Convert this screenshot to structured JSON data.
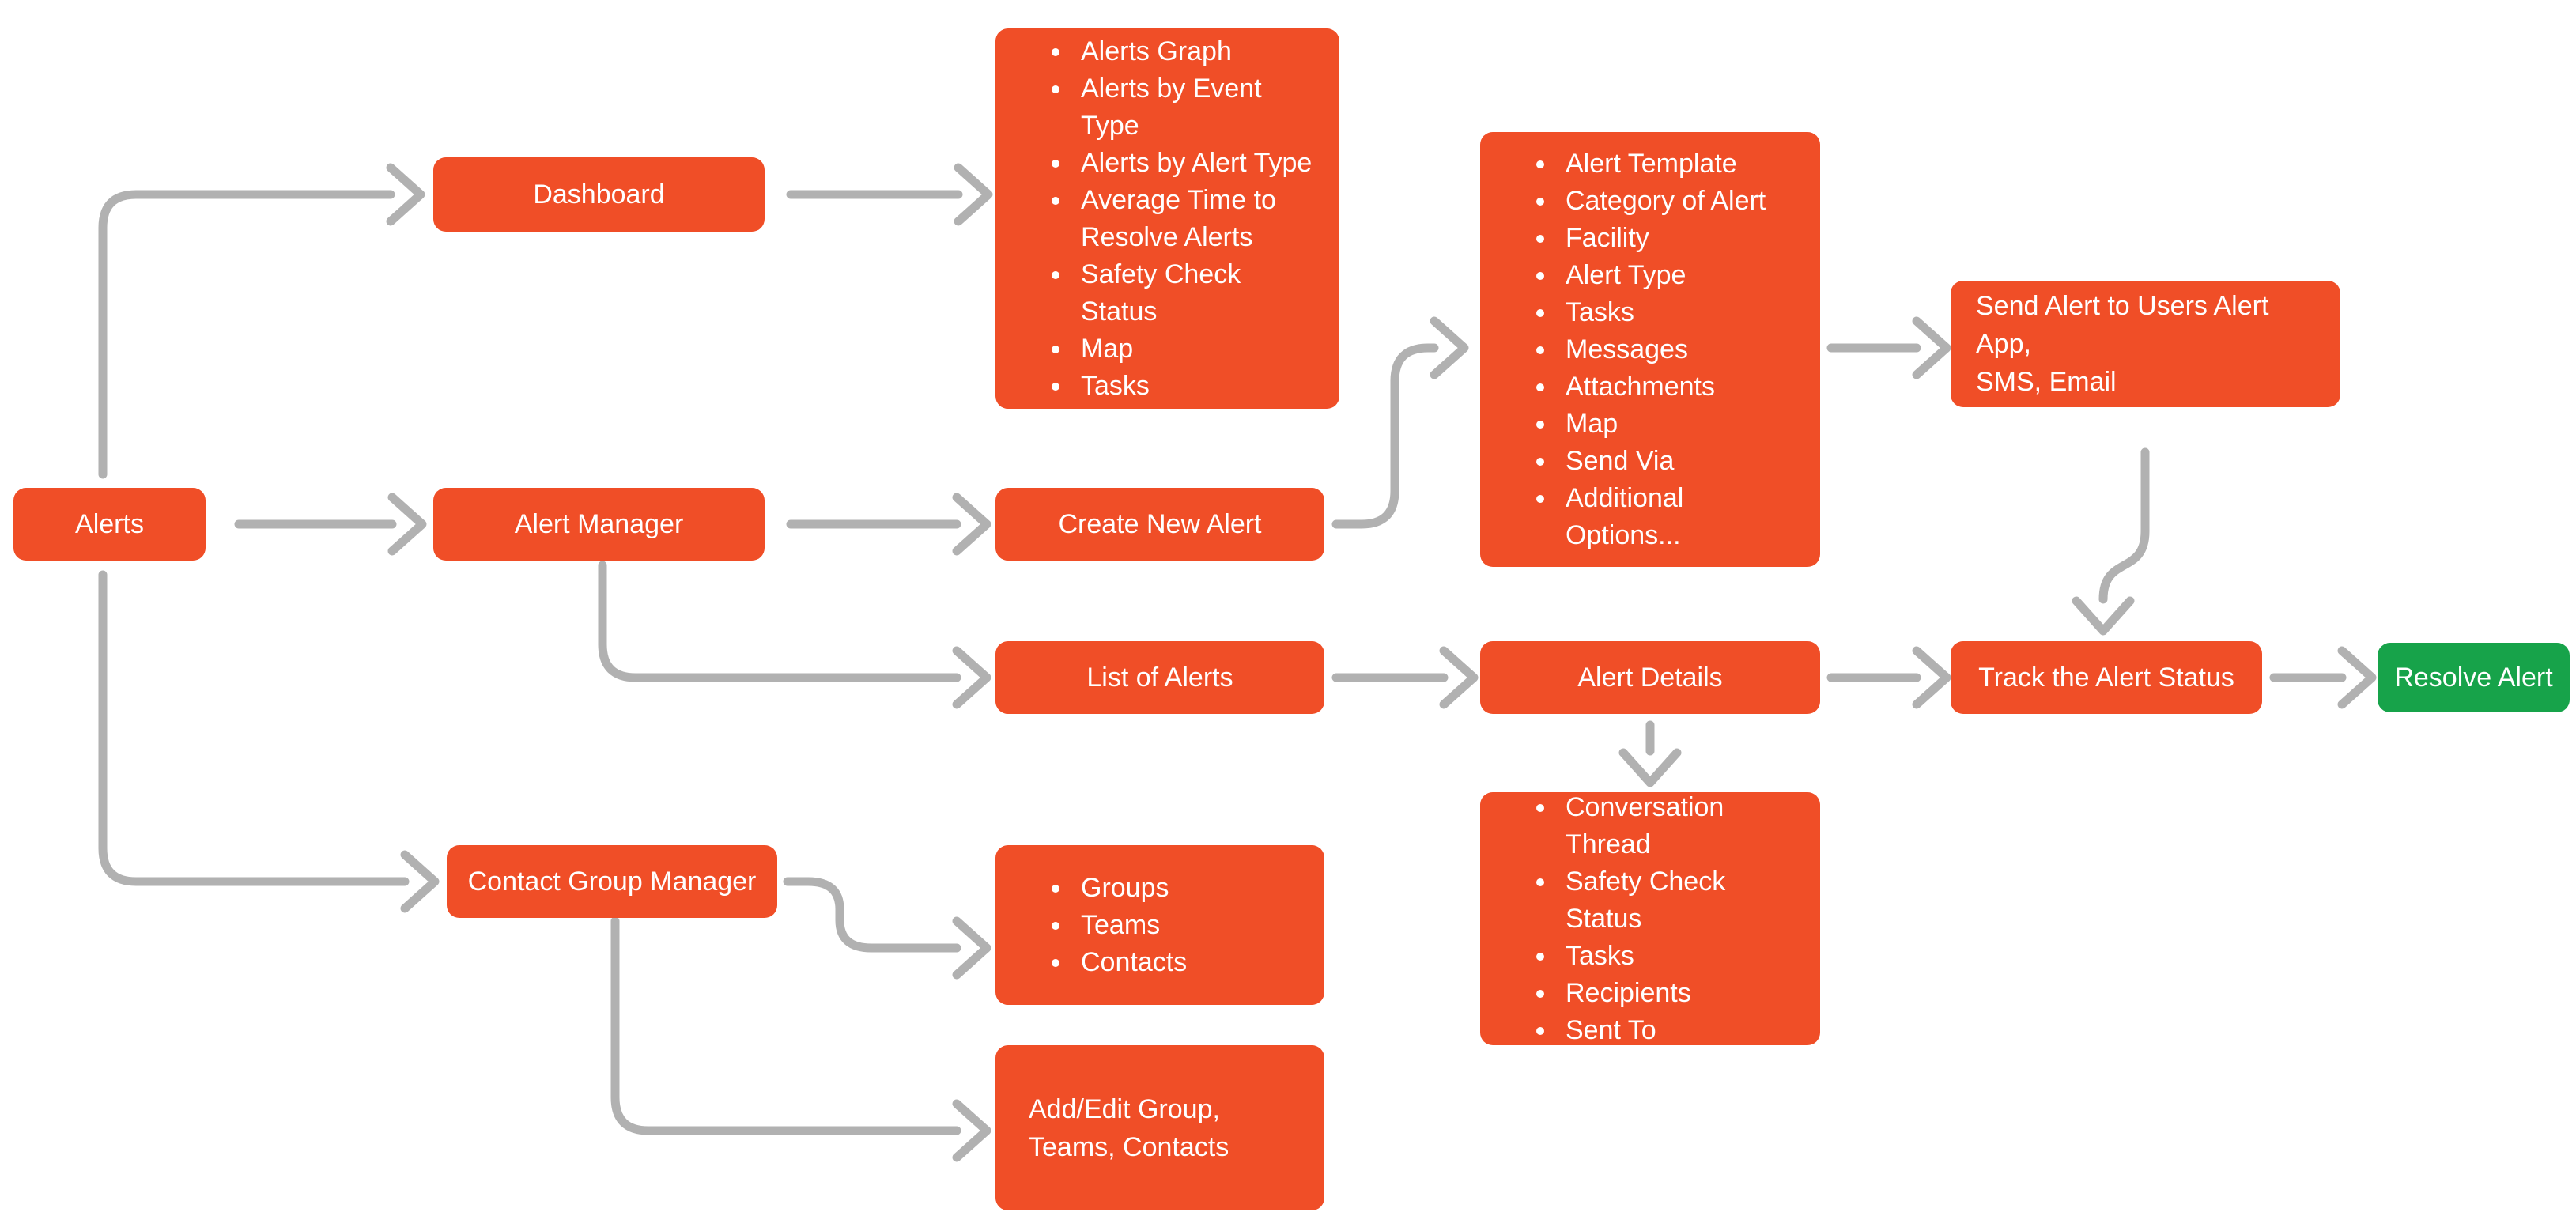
{
  "colors": {
    "node": "#F04E27",
    "success": "#17A34A",
    "arrow": "#B1B1B1",
    "text": "#FFFFFF",
    "background": "#FFFFFF"
  },
  "nodes": {
    "alerts": {
      "label": "Alerts"
    },
    "dashboard": {
      "label": "Dashboard"
    },
    "dashboard_features": {
      "items": [
        "Alerts Graph",
        "Alerts by Event Type",
        "Alerts by Alert Type",
        "Average Time to Resolve Alerts",
        "Safety Check Status",
        "Map",
        "Tasks"
      ]
    },
    "alert_manager": {
      "label": "Alert Manager"
    },
    "create_new_alert": {
      "label": "Create New Alert"
    },
    "create_alert_fields": {
      "items": [
        "Alert Template",
        "Category of Alert",
        "Facility",
        "Alert Type",
        "Tasks",
        "Messages",
        "Attachments",
        "Map",
        "Send Via",
        "Additional Options..."
      ]
    },
    "send_alert": {
      "lines": [
        "Send Alert to Users Alert App,",
        "SMS, Email"
      ]
    },
    "list_of_alerts": {
      "label": "List of Alerts"
    },
    "alert_details": {
      "label": "Alert Details"
    },
    "alert_details_sections": {
      "items": [
        "Conversation Thread",
        "Safety Check Status",
        "Tasks",
        "Recipients",
        "Sent To"
      ]
    },
    "track_alert_status": {
      "label": "Track the Alert Status"
    },
    "resolve_alert": {
      "label": "Resolve Alert"
    },
    "contact_group_manager": {
      "label": "Contact Group Manager"
    },
    "contact_group_lists": {
      "items": [
        "Groups",
        "Teams",
        "Contacts"
      ]
    },
    "add_edit_group": {
      "lines": [
        "Add/Edit Group,",
        "Teams, Contacts"
      ]
    }
  }
}
